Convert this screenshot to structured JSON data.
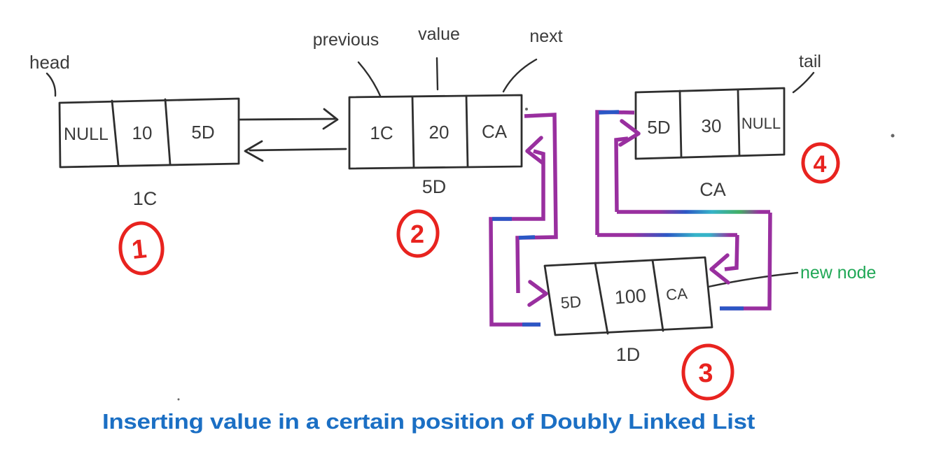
{
  "title": {
    "text": "Inserting value in a certain position of Doubly Linked List"
  },
  "labels": {
    "head": "head",
    "tail": "tail",
    "previous": "previous",
    "value": "value",
    "next": "next",
    "new_node": "new node"
  },
  "nodes": {
    "node1": {
      "prev": "NULL",
      "value": "10",
      "next": "5D",
      "address": "1C",
      "step": "1"
    },
    "node2": {
      "prev": "1C",
      "value": "20",
      "next": "CA",
      "address": "5D",
      "step": "2"
    },
    "tail": {
      "prev": "5D",
      "value": "30",
      "next": "NULL",
      "address": "CA",
      "step": "4"
    },
    "new": {
      "prev": "5D",
      "value": "100",
      "next": "CA",
      "address": "1D",
      "step": "3"
    }
  },
  "colors": {
    "ink": "#2e2e2e",
    "text": "#3b3b3b",
    "red": "#e8231f",
    "purple": "#992f9f",
    "blue_link": "#2b57c5",
    "cyan_link": "#35b3c8",
    "green_link": "#41ae63",
    "green_label": "#21a857",
    "title": "#1b6fc4"
  }
}
